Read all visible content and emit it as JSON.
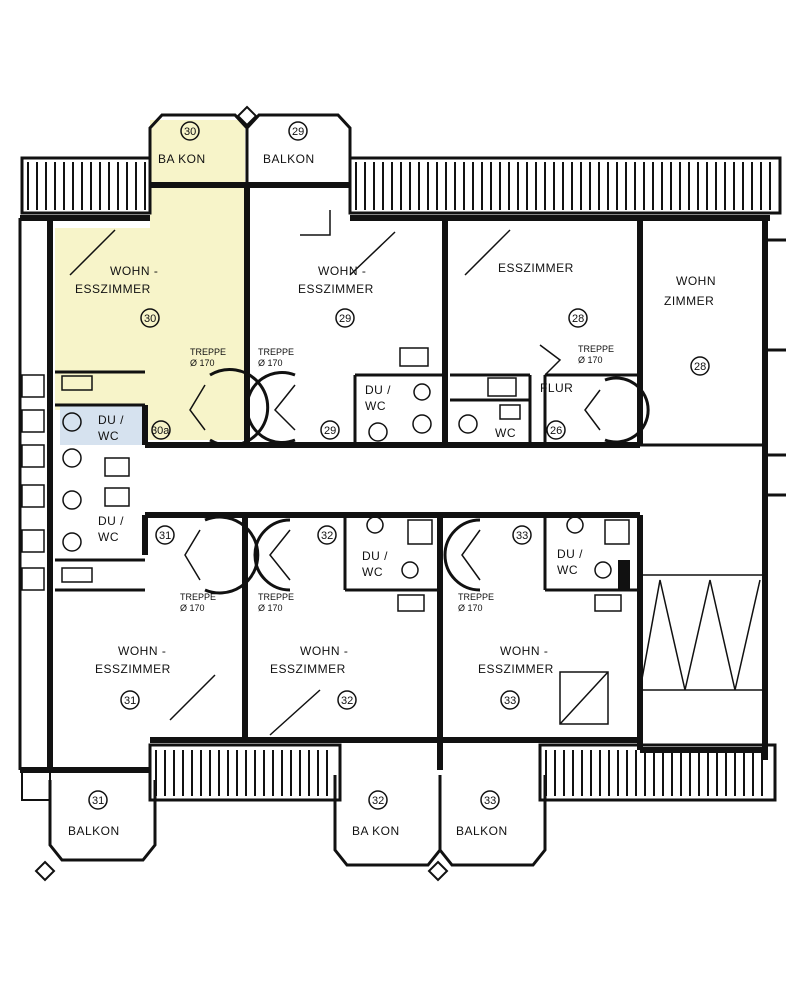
{
  "colors": {
    "highlight": "#f7f4c9",
    "wc_blue": "#d6e2ef",
    "ink": "#111111"
  },
  "labels": {
    "balkon": "BALKON",
    "balkon_alt": "BA KON",
    "wohn_ess_1": "WOHN -",
    "wohn_ess_2": "ESSZIMMER",
    "wohn": "WOHN",
    "esszimmer_top": "ESSZIMMER",
    "zimmer": "ZIMMER",
    "treppe": "TREPPE",
    "treppe_h": "Ø 170",
    "du_wc_1": "DU /",
    "du_wc_2": "WC",
    "flur": "FLUR",
    "wohn_esszimmer_dash": "WOHN - ESSZIMMER"
  },
  "numbers": {
    "n30": "30",
    "n29": "29",
    "n28": "28",
    "n31": "31",
    "n32": "32",
    "n33": "33",
    "n30a": "30a",
    "n29a": "29",
    "n28a": "28",
    "n31a": "31",
    "n32a": "32",
    "n33a": "33",
    "b30": "30",
    "b29": "29",
    "b31": "31",
    "b32": "32",
    "b33": "33",
    "s29": "29",
    "s30": "30",
    "s32": "32",
    "s31": "31",
    "s26": "26"
  }
}
